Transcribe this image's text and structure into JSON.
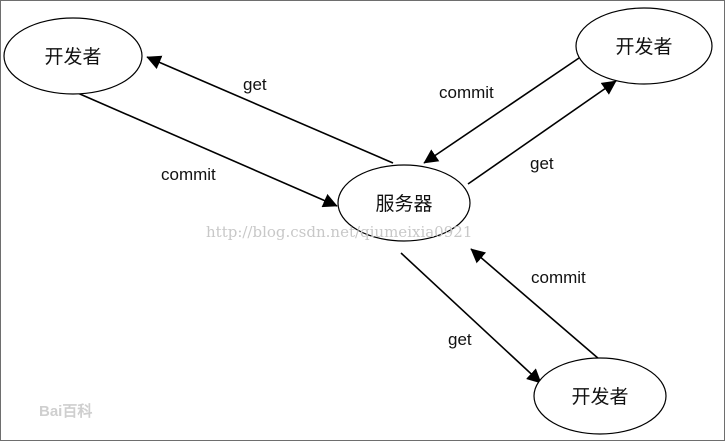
{
  "nodes": {
    "dev_top_left": "开发者",
    "dev_top_right": "开发者",
    "server": "服务器",
    "dev_bottom": "开发者"
  },
  "edges": {
    "server_to_top_left": "get",
    "top_left_to_server": "commit",
    "top_right_to_server": "commit",
    "server_to_top_right": "get",
    "bottom_to_server": "commit",
    "server_to_bottom": "get"
  },
  "watermark": {
    "url": "http://blog.csdn.net/qiumeixia0921",
    "logo": "Bai百科"
  }
}
